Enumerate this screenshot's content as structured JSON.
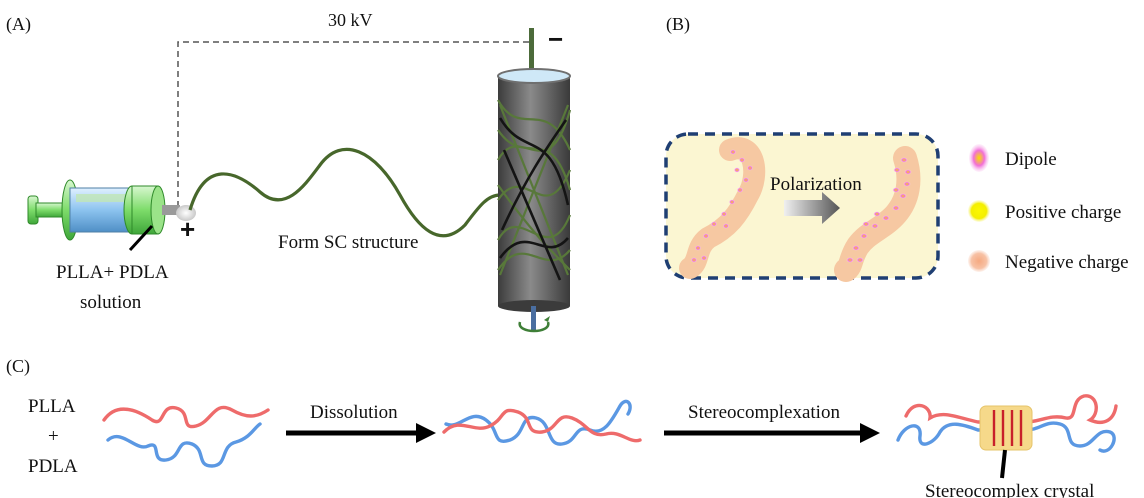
{
  "panels": {
    "a": "(A)",
    "b": "(B)",
    "c": "(C)"
  },
  "panel_a": {
    "voltage": "30 kV",
    "negative_sign": "−",
    "positive_sign": "+",
    "syringe_label_line1": "PLLA+ PDLA",
    "syringe_label_line2": "solution",
    "jet_label": "Form SC structure"
  },
  "panel_b": {
    "arrow_label": "Polarization",
    "legend": [
      {
        "label": "Dipole",
        "color": "#e85ad6"
      },
      {
        "label": "Positive charge",
        "color": "#f7f200"
      },
      {
        "label": "Negative charge",
        "color": "#f6b99a"
      }
    ]
  },
  "panel_c": {
    "left_label_line1": "PLLA",
    "left_label_line2": "+",
    "left_label_line3": "PDLA",
    "step1": "Dissolution",
    "step2": "Stereocomplexation",
    "crystal_label": "Stereocomplex crystal"
  },
  "colors": {
    "plla": "#ee6b6b",
    "pdla": "#5b98e3",
    "fiber": "#567a2b",
    "box_fill": "#fbf6d2",
    "box_border": "#1f3f73",
    "crystal": "#f6d98a"
  }
}
